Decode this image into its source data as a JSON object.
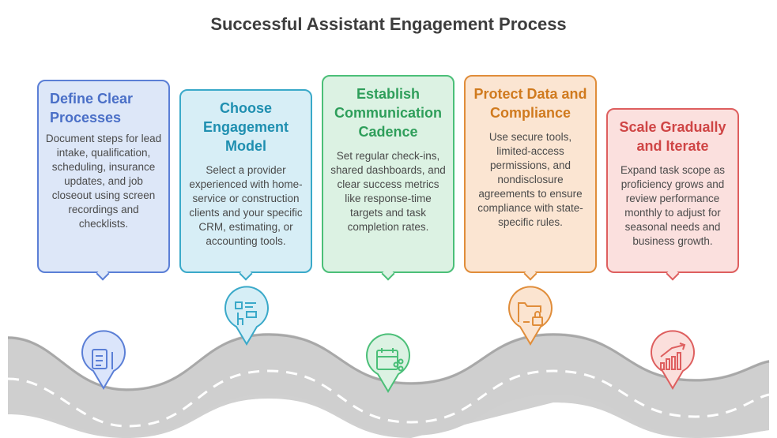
{
  "title": "Successful Assistant Engagement Process",
  "steps": [
    {
      "title": "Define Clear Processes",
      "body": "Document steps for lead intake, qualification, scheduling, insurance updates, and job closeout using screen recordings and checklists.",
      "color": "#4a6fc7",
      "fill": "#dde7f8",
      "border": "#5b7fd6",
      "icon": "checklist-pen-icon"
    },
    {
      "title": "Choose Engagement Model",
      "body": "Select a provider experienced with home-service or construction clients and your specific CRM, estimating, or accounting tools.",
      "color": "#1f8fb0",
      "fill": "#d7eef6",
      "border": "#3aa9c9",
      "icon": "pointer-layout-icon"
    },
    {
      "title": "Establish Communication Cadence",
      "body": "Set regular check-ins, shared dashboards, and clear success metrics like response-time targets and task completion rates.",
      "color": "#2e9e5a",
      "fill": "#dcf2e3",
      "border": "#4bbf78",
      "icon": "calendar-share-icon"
    },
    {
      "title": "Protect Data and Compliance",
      "body": "Use secure tools, limited-access permissions, and nondisclosure agreements to ensure compliance with state-specific rules.",
      "color": "#d07a1e",
      "fill": "#fbe5d2",
      "border": "#e08d3a",
      "icon": "folder-lock-icon"
    },
    {
      "title": "Scale Gradually and Iterate",
      "body": "Expand task scope as proficiency grows and review performance monthly to adjust for seasonal needs and business growth.",
      "color": "#cf4545",
      "fill": "#fbe0de",
      "border": "#de5f5f",
      "icon": "growth-chart-icon"
    }
  ]
}
